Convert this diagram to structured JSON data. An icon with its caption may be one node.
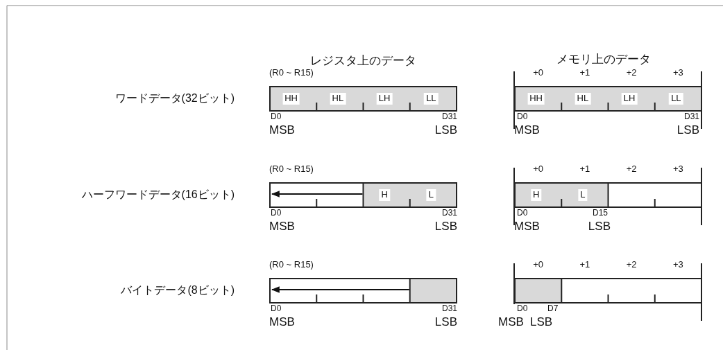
{
  "diagram": {
    "nodes": [
      {
        "text": [],
        "shape": "bar",
        "beside": [
          "(R0 ~ R15)",
          "D0",
          "D31",
          "MSB",
          "LSB"
        ]
      },
      {
        "text": [
          "HH"
        ],
        "in": 0
      },
      {
        "text": [
          "HL"
        ],
        "in": 0
      },
      {
        "text": [
          "LH"
        ],
        "in": 0
      },
      {
        "text": [
          "LL"
        ],
        "in": 0
      },
      {
        "text": [],
        "shape": "bar",
        "beside": [
          "+0",
          "+1",
          "+2",
          "+3",
          "D0",
          "D31",
          "MSB",
          "LSB"
        ]
      },
      {
        "text": [
          "HH"
        ],
        "in": 5
      },
      {
        "text": [
          "HL"
        ],
        "in": 5
      },
      {
        "text": [
          "LH"
        ],
        "in": 5
      },
      {
        "text": [
          "LL"
        ],
        "in": 5
      },
      {
        "text": [],
        "shape": "bar",
        "beside": [
          "(R0 ~ R15)",
          "D0",
          "D31",
          "MSB",
          "LSB"
        ]
      },
      {
        "text": [
          "H"
        ],
        "in": 10
      },
      {
        "text": [
          "L"
        ],
        "in": 10
      },
      {
        "text": [],
        "shape": "bar",
        "beside": [
          "+0",
          "+1",
          "+2",
          "+3",
          "D0",
          "D15",
          "MSB",
          "LSB"
        ]
      },
      {
        "text": [
          "H"
        ],
        "in": 13
      },
      {
        "text": [
          "L"
        ],
        "in": 13
      },
      {
        "text": [],
        "shape": "bar",
        "beside": [
          "(R0 ~ R15)",
          "D0",
          "D31",
          "MSB",
          "LSB"
        ]
      },
      {
        "text": [],
        "shape": "bar",
        "beside": [
          "+0",
          "+1",
          "+2",
          "+3",
          "D0",
          "D7",
          "MSB",
          "LSB"
        ]
      }
    ],
    "labels": [
      "レジスタ上のデータ",
      "メモリ上のデータ",
      "ワードデータ(32ビット)",
      "ハーフワードデータ(16ビット)",
      "バイトデータ(8ビット)"
    ]
  }
}
